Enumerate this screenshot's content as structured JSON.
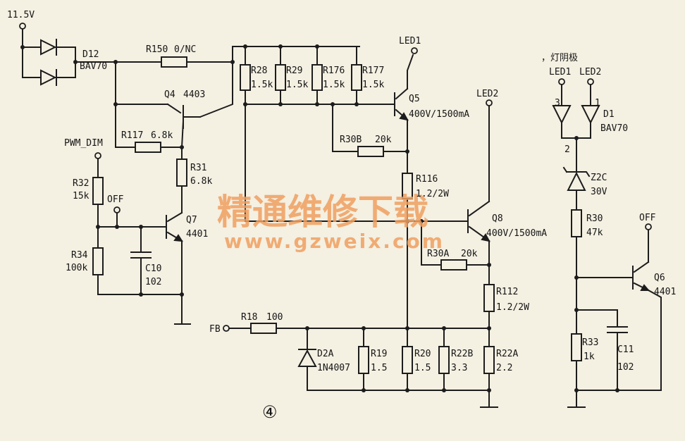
{
  "diagram": {
    "figure_number": "④",
    "watermark": {
      "site_name": "精通维修下载",
      "url": "www.gzweix.com"
    },
    "nets": {
      "v_in": "11.5V",
      "pwm_dim": "PWM_DIM",
      "off_left": "OFF",
      "off_right": "OFF",
      "fb": "FB",
      "led1_q5": "LED1",
      "led2_q8": "LED2",
      "cathode_title": "，灯阴极",
      "led1_right": "LED1",
      "led2_right": "LED2"
    },
    "components": {
      "d12": {
        "ref": "D12",
        "value": "BAV70"
      },
      "r150": {
        "ref": "R150",
        "value": "0/NC"
      },
      "q4": {
        "ref": "Q4",
        "value": "4403"
      },
      "r117": {
        "ref": "R117",
        "value": "6.8k"
      },
      "r31": {
        "ref": "R31",
        "value": "6.8k"
      },
      "r32": {
        "ref": "R32",
        "value": "15k"
      },
      "r34": {
        "ref": "R34",
        "value": "100k"
      },
      "q7": {
        "ref": "Q7",
        "value": "4401"
      },
      "c10": {
        "ref": "C10",
        "value": "102"
      },
      "r28": {
        "ref": "R28",
        "value": "1.5k"
      },
      "r29": {
        "ref": "R29",
        "value": "1.5k"
      },
      "r176": {
        "ref": "R176",
        "value": "1.5k"
      },
      "r177": {
        "ref": "R177",
        "value": "1.5k"
      },
      "q5": {
        "ref": "Q5",
        "value": "400V/1500mA"
      },
      "r30b": {
        "ref": "R30B",
        "value": "20k"
      },
      "r116": {
        "ref": "R116",
        "value": "1.2/2W"
      },
      "q8": {
        "ref": "Q8",
        "value": "400V/1500mA"
      },
      "r30a": {
        "ref": "R30A",
        "value": "20k"
      },
      "r112": {
        "ref": "R112",
        "value": "1.2/2W"
      },
      "r18": {
        "ref": "R18",
        "value": "100"
      },
      "d2a": {
        "ref": "D2A",
        "value": "1N4007"
      },
      "r19": {
        "ref": "R19",
        "value": "1.5"
      },
      "r20": {
        "ref": "R20",
        "value": "1.5"
      },
      "r22b": {
        "ref": "R22B",
        "value": "3.3"
      },
      "r22a": {
        "ref": "R22A",
        "value": "2.2"
      },
      "d1": {
        "ref": "D1",
        "value": "BAV70",
        "pin_a": "3",
        "pin_b": "1",
        "pin_common": "2"
      },
      "z2c": {
        "ref": "Z2C",
        "value": "30V"
      },
      "r30": {
        "ref": "R30",
        "value": "47k"
      },
      "q6": {
        "ref": "Q6",
        "value": "4401"
      },
      "r33": {
        "ref": "R33",
        "value": "1k"
      },
      "c11": {
        "ref": "C11",
        "value": "102"
      }
    }
  }
}
